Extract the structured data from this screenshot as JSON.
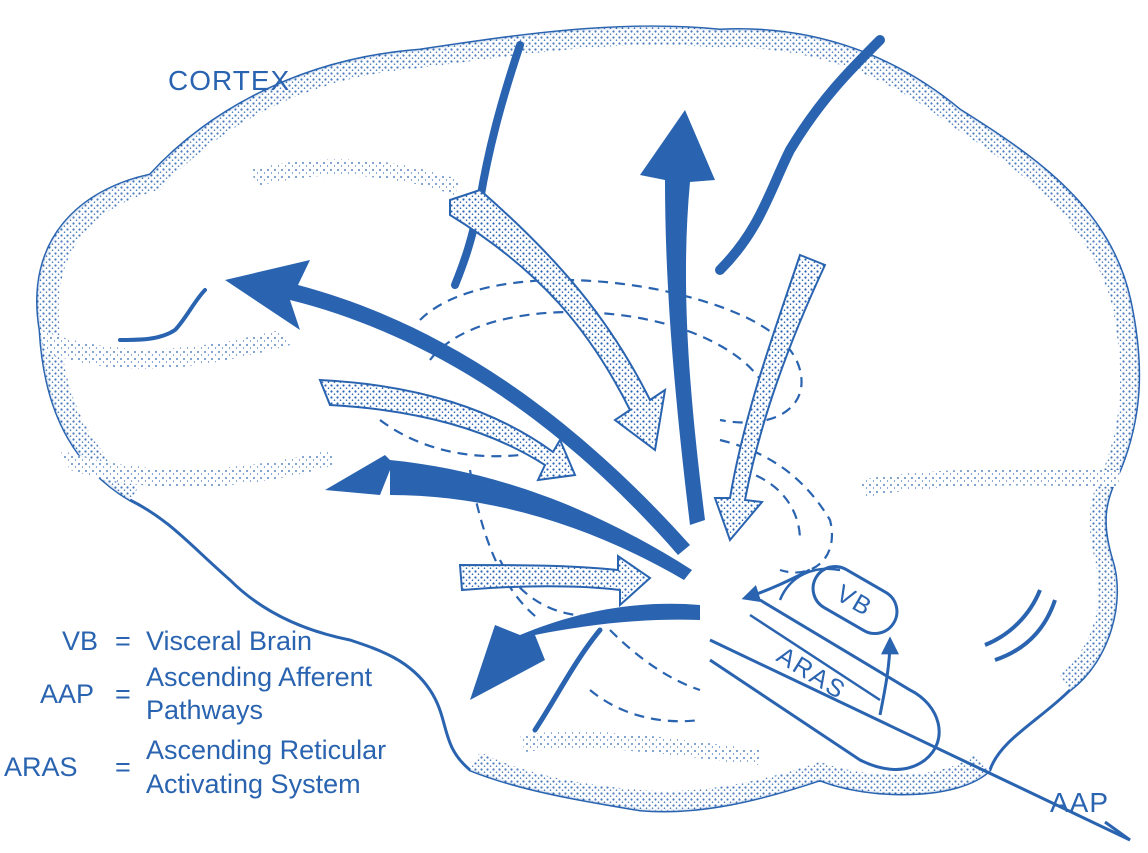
{
  "colors": {
    "ink": "#2a64b0",
    "background": "#ffffff"
  },
  "labels": {
    "cortex": "CORTEX",
    "vb": "VB",
    "aras": "ARAS",
    "aap": "AAP"
  },
  "legend": {
    "items": [
      {
        "abbr": "VB",
        "eq": "=",
        "line1": "Visceral Brain",
        "line2": ""
      },
      {
        "abbr": "AAP",
        "eq": "=",
        "line1": "Ascending Afferent",
        "line2": "Pathways"
      },
      {
        "abbr": "ARAS",
        "eq": "=",
        "line1": "Ascending Reticular",
        "line2": "Activating System"
      }
    ]
  }
}
